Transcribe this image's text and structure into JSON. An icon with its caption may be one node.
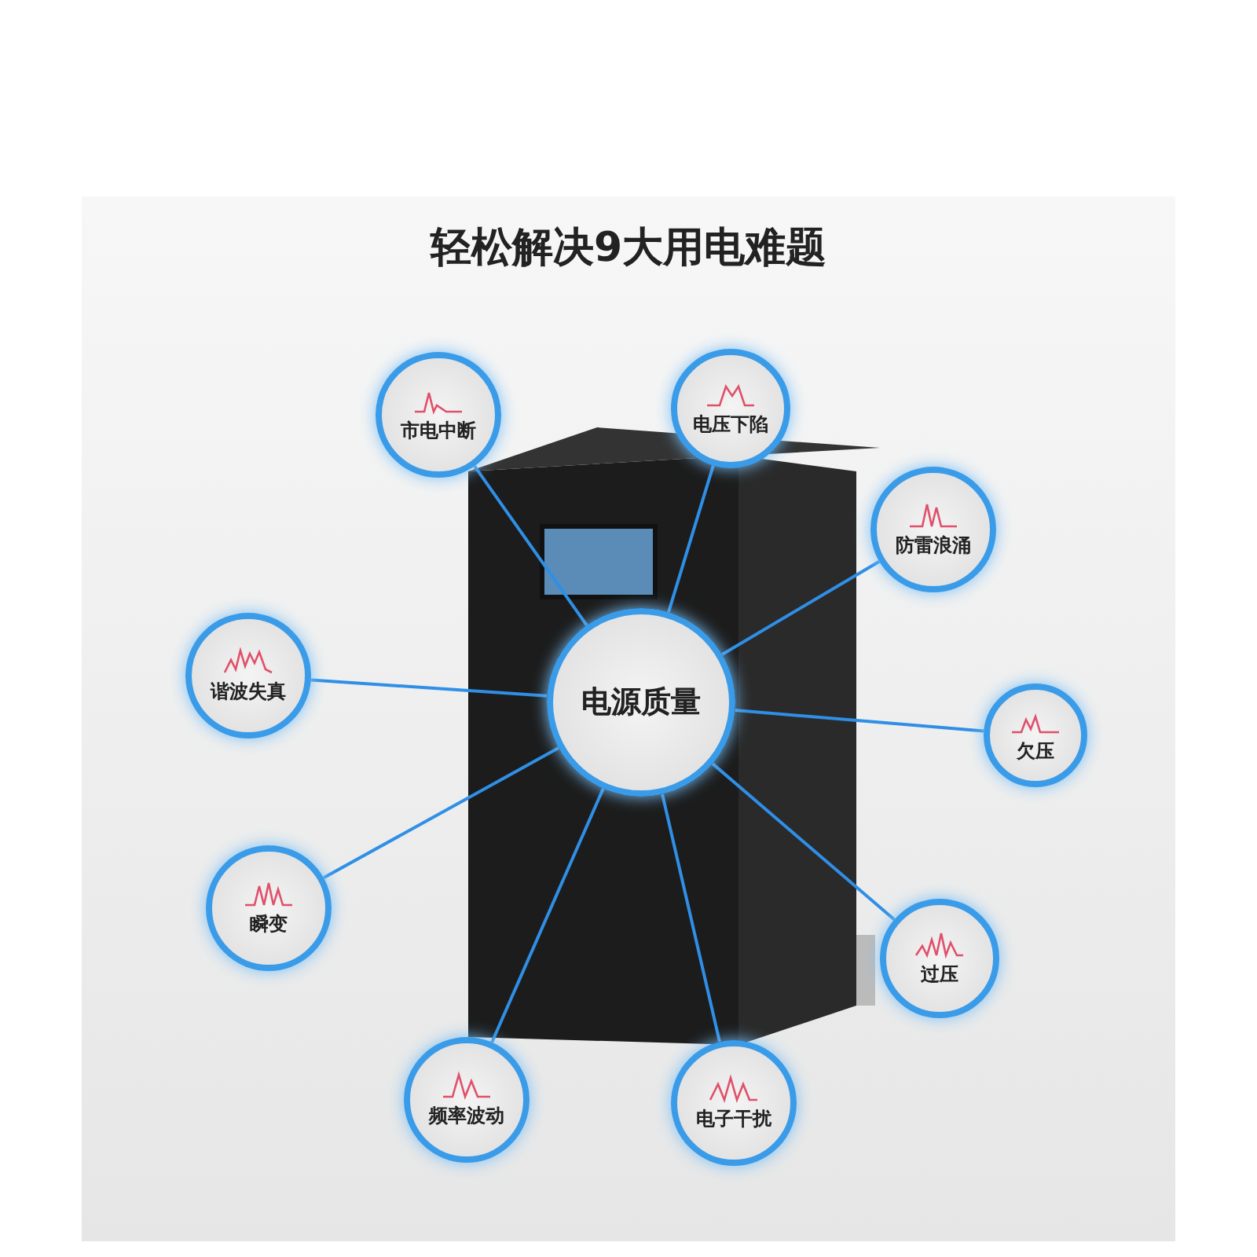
{
  "diagram": {
    "title": "轻松解决9大用电难题",
    "nodes": [
      {
        "text": [
          "电源质量"
        ]
      },
      {
        "text": [
          "市电中断"
        ]
      },
      {
        "text": [
          "电压下陷"
        ]
      },
      {
        "text": [
          "防雷浪涌"
        ]
      },
      {
        "text": [
          "谐波失真"
        ]
      },
      {
        "text": [
          "欠压"
        ]
      },
      {
        "text": [
          "瞬变"
        ]
      },
      {
        "text": [
          "过压"
        ]
      },
      {
        "text": [
          "频率波动"
        ]
      },
      {
        "text": [
          "电子干扰"
        ]
      }
    ],
    "edges": [
      {
        "from": 0,
        "to": 1,
        "arrow": "none"
      },
      {
        "from": 0,
        "to": 2,
        "arrow": "none"
      },
      {
        "from": 0,
        "to": 3,
        "arrow": "none"
      },
      {
        "from": 0,
        "to": 4,
        "arrow": "none"
      },
      {
        "from": 0,
        "to": 5,
        "arrow": "none"
      },
      {
        "from": 0,
        "to": 6,
        "arrow": "none"
      },
      {
        "from": 0,
        "to": 7,
        "arrow": "none"
      },
      {
        "from": 0,
        "to": 8,
        "arrow": "none"
      },
      {
        "from": 0,
        "to": 9,
        "arrow": "none"
      }
    ]
  }
}
